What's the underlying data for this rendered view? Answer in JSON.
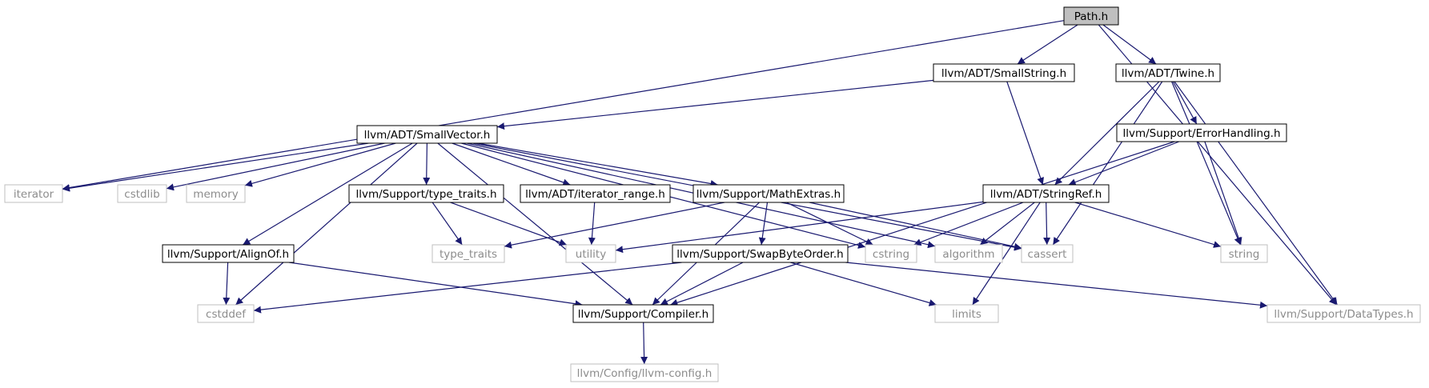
{
  "colors": {
    "edge": "#191970",
    "primary_border": "#000000",
    "external_border": "#bfbfbf",
    "root_fill": "#bfbfbf",
    "fill": "#ffffff",
    "text_primary": "#000000",
    "text_external": "#8c8c8c"
  },
  "nodes": [
    {
      "id": "path_h",
      "label": "Path.h",
      "kind": "root"
    },
    {
      "id": "smallstring_h",
      "label": "llvm/ADT/SmallString.h",
      "kind": "internal"
    },
    {
      "id": "twine_h",
      "label": "llvm/ADT/Twine.h",
      "kind": "internal"
    },
    {
      "id": "smallvector_h",
      "label": "llvm/ADT/SmallVector.h",
      "kind": "internal"
    },
    {
      "id": "errorhandling_h",
      "label": "llvm/Support/ErrorHandling.h",
      "kind": "internal"
    },
    {
      "id": "iterator",
      "label": "iterator",
      "kind": "external"
    },
    {
      "id": "cstdlib",
      "label": "cstdlib",
      "kind": "external"
    },
    {
      "id": "memory",
      "label": "memory",
      "kind": "external"
    },
    {
      "id": "type_traits_h",
      "label": "llvm/Support/type_traits.h",
      "kind": "internal"
    },
    {
      "id": "iterator_range_h",
      "label": "llvm/ADT/iterator_range.h",
      "kind": "internal"
    },
    {
      "id": "mathextras_h",
      "label": "llvm/Support/MathExtras.h",
      "kind": "internal"
    },
    {
      "id": "stringref_h",
      "label": "llvm/ADT/StringRef.h",
      "kind": "internal"
    },
    {
      "id": "alignof_h",
      "label": "llvm/Support/AlignOf.h",
      "kind": "internal"
    },
    {
      "id": "type_traits",
      "label": "type_traits",
      "kind": "external"
    },
    {
      "id": "utility",
      "label": "utility",
      "kind": "external"
    },
    {
      "id": "swapbyteorder_h",
      "label": "llvm/Support/SwapByteOrder.h",
      "kind": "internal"
    },
    {
      "id": "cstring",
      "label": "cstring",
      "kind": "external"
    },
    {
      "id": "algorithm",
      "label": "algorithm",
      "kind": "external"
    },
    {
      "id": "cassert",
      "label": "cassert",
      "kind": "external"
    },
    {
      "id": "string",
      "label": "string",
      "kind": "external"
    },
    {
      "id": "cstddef",
      "label": "cstddef",
      "kind": "external"
    },
    {
      "id": "compiler_h",
      "label": "llvm/Support/Compiler.h",
      "kind": "internal"
    },
    {
      "id": "limits",
      "label": "limits",
      "kind": "external"
    },
    {
      "id": "datatypes_h",
      "label": "llvm/Support/DataTypes.h",
      "kind": "external"
    },
    {
      "id": "llvm_config_h",
      "label": "llvm/Config/llvm-config.h",
      "kind": "external"
    }
  ],
  "edges": [
    [
      "path_h",
      "smallstring_h"
    ],
    [
      "path_h",
      "twine_h"
    ],
    [
      "path_h",
      "iterator"
    ],
    [
      "path_h",
      "datatypes_h"
    ],
    [
      "smallstring_h",
      "smallvector_h"
    ],
    [
      "smallstring_h",
      "stringref_h"
    ],
    [
      "twine_h",
      "errorhandling_h"
    ],
    [
      "twine_h",
      "stringref_h"
    ],
    [
      "twine_h",
      "cassert"
    ],
    [
      "twine_h",
      "string"
    ],
    [
      "twine_h",
      "datatypes_h"
    ],
    [
      "errorhandling_h",
      "stringref_h"
    ],
    [
      "errorhandling_h",
      "compiler_h"
    ],
    [
      "errorhandling_h",
      "string"
    ],
    [
      "smallvector_h",
      "iterator"
    ],
    [
      "smallvector_h",
      "cstdlib"
    ],
    [
      "smallvector_h",
      "memory"
    ],
    [
      "smallvector_h",
      "type_traits_h"
    ],
    [
      "smallvector_h",
      "iterator_range_h"
    ],
    [
      "smallvector_h",
      "mathextras_h"
    ],
    [
      "smallvector_h",
      "alignof_h"
    ],
    [
      "smallvector_h",
      "cstddef"
    ],
    [
      "smallvector_h",
      "compiler_h"
    ],
    [
      "smallvector_h",
      "cstring"
    ],
    [
      "smallvector_h",
      "algorithm"
    ],
    [
      "smallvector_h",
      "cassert"
    ],
    [
      "type_traits_h",
      "type_traits"
    ],
    [
      "type_traits_h",
      "utility"
    ],
    [
      "iterator_range_h",
      "utility"
    ],
    [
      "mathextras_h",
      "type_traits"
    ],
    [
      "mathextras_h",
      "swapbyteorder_h"
    ],
    [
      "mathextras_h",
      "compiler_h"
    ],
    [
      "mathextras_h",
      "cstring"
    ],
    [
      "mathextras_h",
      "cassert"
    ],
    [
      "stringref_h",
      "utility"
    ],
    [
      "stringref_h",
      "cstring"
    ],
    [
      "stringref_h",
      "algorithm"
    ],
    [
      "stringref_h",
      "cassert"
    ],
    [
      "stringref_h",
      "limits"
    ],
    [
      "stringref_h",
      "string"
    ],
    [
      "alignof_h",
      "cstddef"
    ],
    [
      "alignof_h",
      "compiler_h"
    ],
    [
      "swapbyteorder_h",
      "cstddef"
    ],
    [
      "swapbyteorder_h",
      "compiler_h"
    ],
    [
      "swapbyteorder_h",
      "limits"
    ],
    [
      "swapbyteorder_h",
      "datatypes_h"
    ],
    [
      "compiler_h",
      "llvm_config_h"
    ]
  ]
}
